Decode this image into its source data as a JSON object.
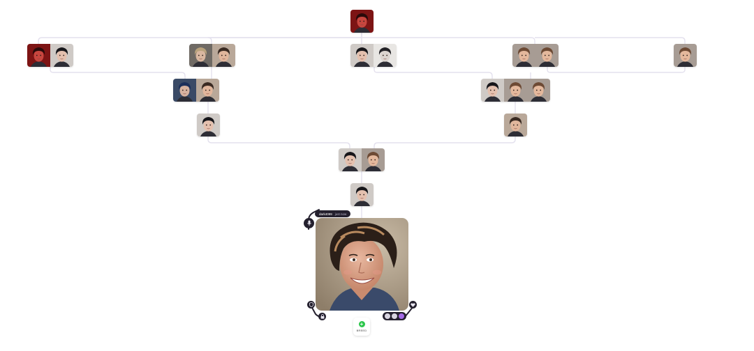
{
  "colors": {
    "connector": "#e4e1ee",
    "dark_ui": "#24202e",
    "breed_accent": "#2bc64b",
    "stat_accent": "#a46be6"
  },
  "tree": {
    "root": {
      "images": [
        "red-portrait"
      ]
    },
    "generation_1": [
      {
        "images": [
          "red-portrait",
          "dark-haired-boy"
        ]
      },
      {
        "images": [
          "blond-boy",
          "brown-haired-boy"
        ]
      },
      {
        "images": [
          "dark-haired-boy",
          "dark-haired-boy-sketch"
        ]
      },
      {
        "images": [
          "light-brown-boy",
          "light-brown-boy"
        ]
      },
      {
        "images": [
          "light-brown-boy"
        ]
      }
    ],
    "generation_2": [
      {
        "images": [
          "blue-haired-boy",
          "brown-haired-boy"
        ]
      },
      {
        "images": [
          "dark-haired-boy",
          "light-brown-boy",
          "light-brown-boy"
        ]
      }
    ],
    "generation_3": [
      {
        "images": [
          "dark-haired-boy"
        ]
      },
      {
        "images": [
          "brown-haired-boy"
        ]
      }
    ],
    "generation_4": {
      "images": [
        "dark-haired-boy",
        "light-brown-boy"
      ]
    },
    "generation_5": {
      "images": [
        "dark-haired-boy"
      ]
    }
  },
  "selected": {
    "author": "dark4099",
    "timestamp": "just now",
    "image": "smiling-wavy-haired-man"
  },
  "actions": {
    "mic_icon": "microphone-icon",
    "left_icons": [
      "shield-icon",
      "lock-icon"
    ],
    "right_icon": "heart-icon",
    "stat_icons": [
      "eye-icon",
      "share-icon",
      "star-icon"
    ],
    "breed_icon": "plus-icon",
    "breed_label": "BREED"
  }
}
